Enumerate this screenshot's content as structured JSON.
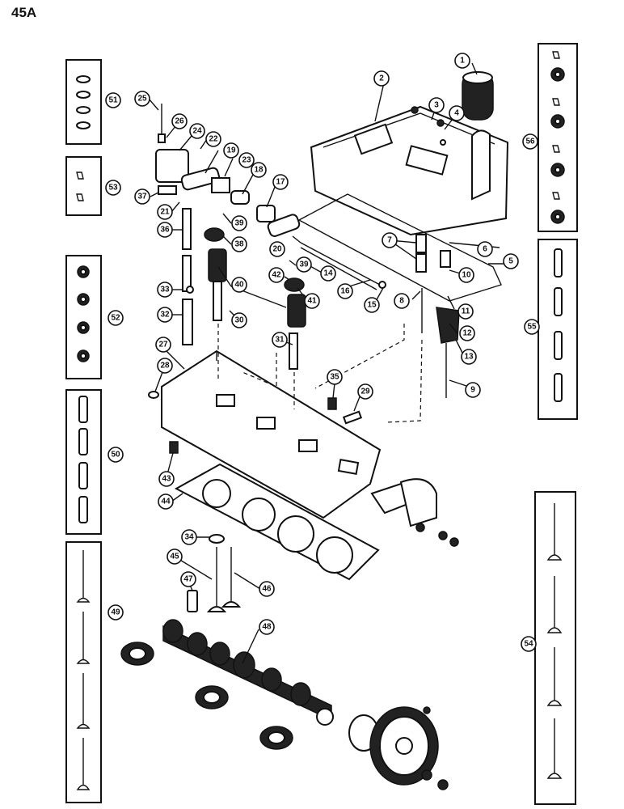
{
  "page": {
    "label": "45A"
  },
  "callouts": [
    "1",
    "2",
    "3",
    "4",
    "5",
    "6",
    "7",
    "8",
    "9",
    "10",
    "11",
    "12",
    "13",
    "14",
    "15",
    "16",
    "17",
    "18",
    "19",
    "20",
    "21",
    "22",
    "23",
    "24",
    "25",
    "26",
    "27",
    "28",
    "29",
    "30",
    "31",
    "32",
    "33",
    "34",
    "35",
    "36",
    "37",
    "38",
    "39",
    "39",
    "40",
    "41",
    "42",
    "43",
    "44",
    "45",
    "46",
    "47",
    "48",
    "49",
    "50",
    "51",
    "52",
    "53",
    "54",
    "55",
    "56"
  ]
}
